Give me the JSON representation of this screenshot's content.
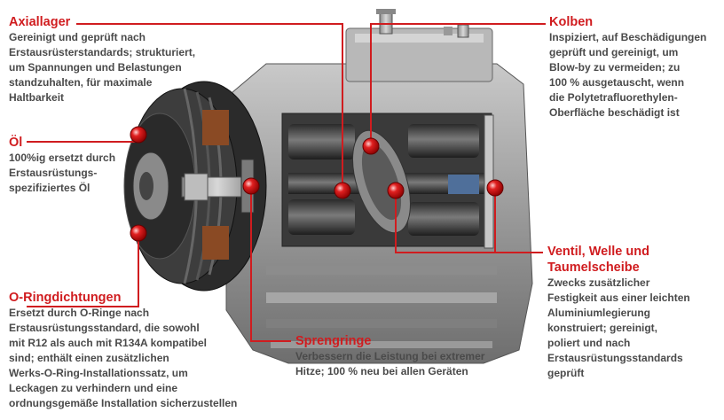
{
  "accent_color": "#d01c1f",
  "text_color": "#4a4a4a",
  "callouts": [
    {
      "title": "Axiallager",
      "lines": [
        "Gereinigt und geprüft nach",
        "Erstausrüsterstandards; strukturiert,",
        "um Spannungen und Belastungen",
        "standzuhalten, für maximale",
        "Haltbarkeit"
      ]
    },
    {
      "title": "Öl",
      "lines": [
        "100%ig ersetzt durch",
        "Erstausrüstungs-",
        "spezifiziertes Öl"
      ]
    },
    {
      "title": "O-Ringdichtungen",
      "lines": [
        "Ersetzt durch O-Ringe nach",
        "Erstausrüstungsstandard, die sowohl",
        "mit R12 als auch mit R134A kompatibel",
        "sind; enthält einen zusätzlichen",
        "Werks-O-Ring-Installationssatz, um",
        "Leckagen zu verhindern und eine",
        "ordnungsgemäße Installation sicherzustellen"
      ]
    },
    {
      "title": "Sprengringe",
      "lines": [
        "Verbessern die Leistung bei extremer",
        "Hitze; 100 % neu bei allen Geräten"
      ]
    },
    {
      "title": "Kolben",
      "lines": [
        "Inspiziert, auf Beschädigungen",
        "geprüft und gereinigt, um",
        "Blow-by zu vermeiden; zu",
        "100 % ausgetauscht, wenn",
        "die Polytetrafluorethylen-",
        "Oberfläche beschädigt ist"
      ]
    },
    {
      "title": "Ventil, Welle und Taumelscheibe",
      "lines": [
        "Zwecks zusätzlicher",
        "Festigkeit aus einer leichten",
        "Aluminiumlegierung",
        "konstruiert; gereinigt,",
        "poliert und nach",
        "Erstausrüstungsstandards",
        "geprüft"
      ]
    }
  ]
}
